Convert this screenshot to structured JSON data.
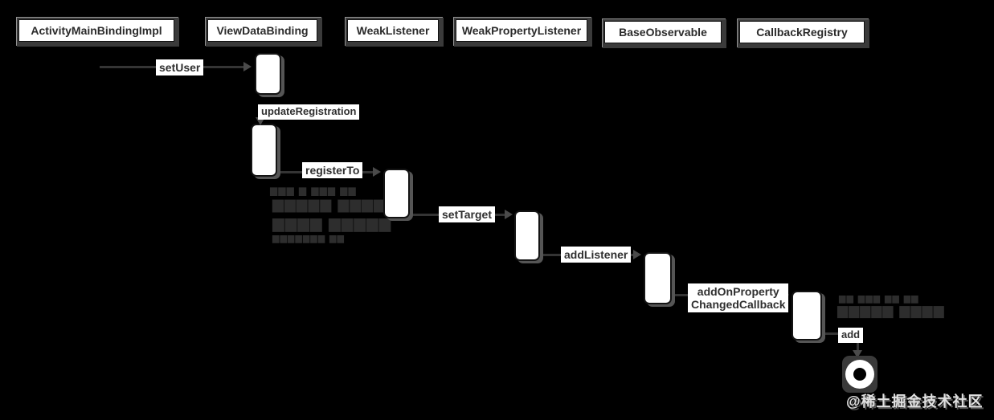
{
  "diagram_type": "uml-sequence",
  "actors": [
    {
      "label": "ActivityMainBindingImpl"
    },
    {
      "label": "ViewDataBinding"
    },
    {
      "label": "WeakListener"
    },
    {
      "label": "WeakPropertyListener"
    },
    {
      "label": "BaseObservable"
    },
    {
      "label": "CallbackRegistry"
    }
  ],
  "messages": [
    {
      "label": "setUser",
      "from": "ActivityMainBindingImpl",
      "to": "ViewDataBinding"
    },
    {
      "label": "updateRegistration",
      "from": "ViewDataBinding",
      "to": "ViewDataBinding"
    },
    {
      "label": "registerTo",
      "from": "ViewDataBinding",
      "to": "WeakListener"
    },
    {
      "label": "setTarget",
      "from": "WeakListener",
      "to": "WeakPropertyListener"
    },
    {
      "label": "addListener",
      "from": "WeakPropertyListener",
      "to": "BaseObservable"
    },
    {
      "label": "addOnPropertyChangedCallback",
      "line1": "addOnProperty",
      "line2": "ChangedCallback",
      "from": "BaseObservable",
      "to": "CallbackRegistry"
    },
    {
      "label": "add",
      "from": "CallbackRegistry",
      "to": "end-circle"
    }
  ],
  "illegible_notes": [
    {
      "near": "registerTo",
      "lines": [
        "▆▆▆ ▆ ▆▆▆ ▆▆",
        "▆▆▆▆▆ ▆▆▆▆▆",
        "▆▆▆▆ ▆▆▆▆▆",
        "▆▆▆▆▆▆▆ ▆▆"
      ]
    },
    {
      "near": "add",
      "lines": [
        "▆▆ ▆▆▆ ▆▆ ▆▆",
        "▆▆▆▆▆ ▆▆▆▆"
      ]
    }
  ],
  "watermark": "@稀土掘金技术社区",
  "colors": {
    "background": "#000000",
    "box_fill": "#ffffff",
    "box_text": "#2b2b2b",
    "box_shadow": "#3a3a3a",
    "arrow": "#3a3a3a",
    "illegible_text": "#2d2d2d",
    "watermark": "#e0e0e0"
  }
}
